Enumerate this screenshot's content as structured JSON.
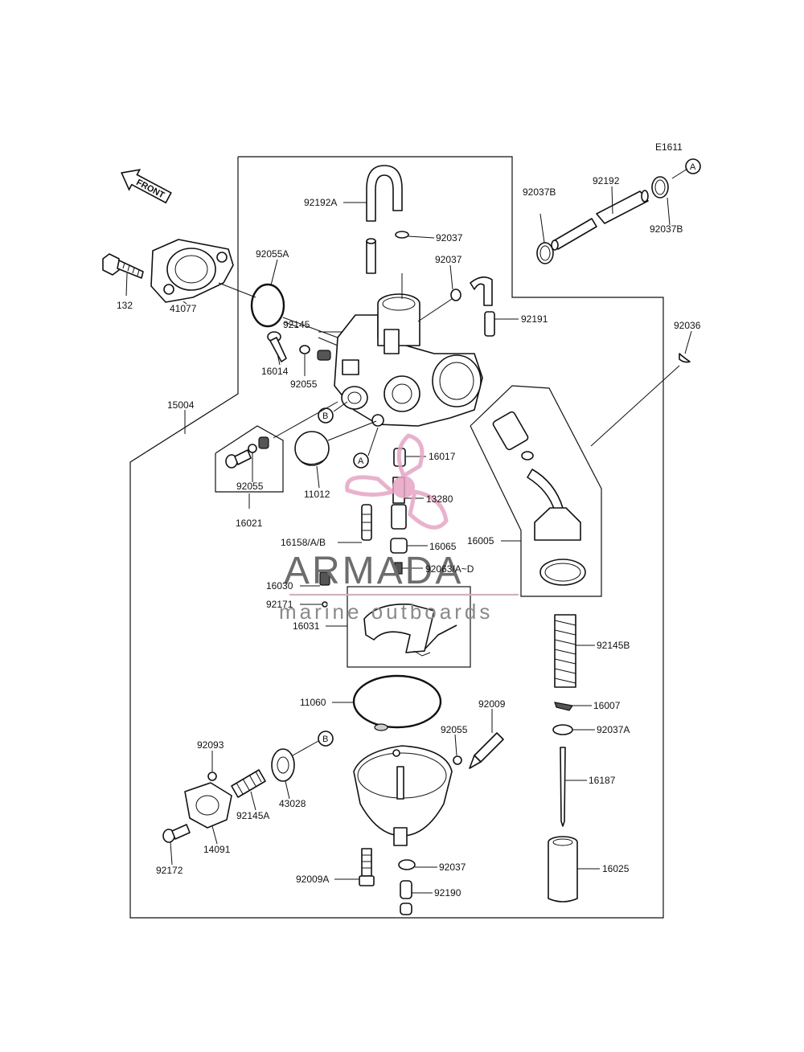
{
  "diagram_code": "E1611",
  "front_label": "FRONT",
  "watermark": {
    "brand": "ARMADA",
    "tagline": "marine outboards",
    "accent": "#e7a3c4"
  },
  "ref_markers": {
    "a": "A",
    "b": "B"
  },
  "labels": {
    "p92192A": "92192A",
    "p92037_top": "92037",
    "p92037_mid": "92037",
    "p92191": "92191",
    "p92192": "92192",
    "p92037B_left": "92037B",
    "p92037B_right": "92037B",
    "p92036": "92036",
    "p92055A": "92055A",
    "p132": "132",
    "p41077": "41077",
    "p92145": "92145",
    "p16014": "16014",
    "p92055_a": "92055",
    "p15004": "15004",
    "p92055_b": "92055",
    "p16021": "16021",
    "p11012": "11012",
    "p16017": "16017",
    "p13280": "13280",
    "p16158": "16158/A/B",
    "p16065": "16065",
    "p92063": "92063/A~D",
    "p16005": "16005",
    "p16030": "16030",
    "p92171": "92171",
    "p16031": "16031",
    "p92145B": "92145B",
    "p11060": "11060",
    "p92009": "92009",
    "p16007": "16007",
    "p92055_c": "92055",
    "p92037A": "92037A",
    "p92093": "92093",
    "p43028": "43028",
    "p16187": "16187",
    "p92145A": "92145A",
    "p14091": "14091",
    "p92172": "92172",
    "p92037_bot": "92037",
    "p16025": "16025",
    "p92009A": "92009A",
    "p92190": "92190"
  }
}
